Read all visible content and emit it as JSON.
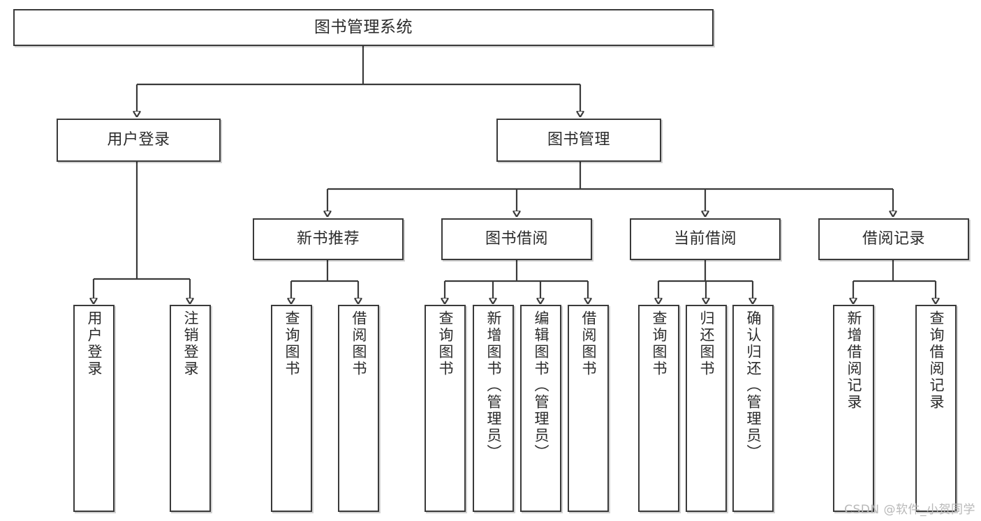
{
  "diagram": {
    "type": "tree-hierarchy",
    "title": "图书管理系统",
    "watermark": "CSDN @软件_小贺同学",
    "colors": {
      "box_border": "#3a3a3a",
      "box_fill": "#ffffff",
      "connector": "#3a3a3a",
      "text": "#2b2b2b",
      "watermark": "#b8b8b8",
      "background": "#ffffff"
    },
    "nodes": {
      "root": {
        "label": "图书管理系统",
        "level": 1
      },
      "user_login": {
        "label": "用户登录",
        "level": 2
      },
      "book_manage": {
        "label": "图书管理",
        "level": 2
      },
      "new_book_rec": {
        "label": "新书推荐",
        "level": 3
      },
      "book_borrow": {
        "label": "图书借阅",
        "level": 3
      },
      "current_borrow": {
        "label": "当前借阅",
        "level": 3
      },
      "borrow_record": {
        "label": "借阅记录",
        "level": 3
      },
      "leaf_user_login": {
        "label": "用户登录",
        "level": 4
      },
      "leaf_logout": {
        "label": "注销登录",
        "level": 4
      },
      "leaf_query_book_1": {
        "label": "查询图书",
        "level": 4
      },
      "leaf_borrow_book_1": {
        "label": "借阅图书",
        "level": 4
      },
      "leaf_query_book_2": {
        "label": "查询图书",
        "level": 4
      },
      "leaf_add_book": {
        "label": "新增图书（管理员）",
        "level": 4
      },
      "leaf_edit_book": {
        "label": "编辑图书（管理员）",
        "level": 4
      },
      "leaf_borrow_book_2": {
        "label": "借阅图书",
        "level": 4
      },
      "leaf_query_book_3": {
        "label": "查询图书",
        "level": 4
      },
      "leaf_return_book": {
        "label": "归还图书",
        "level": 4
      },
      "leaf_confirm_return": {
        "label": "确认归还（管理员）",
        "level": 4
      },
      "leaf_add_record": {
        "label": "新增借阅记录",
        "level": 4
      },
      "leaf_query_record": {
        "label": "查询借阅记录",
        "level": 4
      }
    },
    "edges": [
      {
        "from": "root",
        "to": "user_login"
      },
      {
        "from": "root",
        "to": "book_manage"
      },
      {
        "from": "user_login",
        "to": "leaf_user_login"
      },
      {
        "from": "user_login",
        "to": "leaf_logout"
      },
      {
        "from": "book_manage",
        "to": "new_book_rec"
      },
      {
        "from": "book_manage",
        "to": "book_borrow"
      },
      {
        "from": "book_manage",
        "to": "current_borrow"
      },
      {
        "from": "book_manage",
        "to": "borrow_record"
      },
      {
        "from": "new_book_rec",
        "to": "leaf_query_book_1"
      },
      {
        "from": "new_book_rec",
        "to": "leaf_borrow_book_1"
      },
      {
        "from": "book_borrow",
        "to": "leaf_query_book_2"
      },
      {
        "from": "book_borrow",
        "to": "leaf_add_book"
      },
      {
        "from": "book_borrow",
        "to": "leaf_edit_book"
      },
      {
        "from": "book_borrow",
        "to": "leaf_borrow_book_2"
      },
      {
        "from": "current_borrow",
        "to": "leaf_query_book_3"
      },
      {
        "from": "current_borrow",
        "to": "leaf_return_book"
      },
      {
        "from": "current_borrow",
        "to": "leaf_confirm_return"
      },
      {
        "from": "borrow_record",
        "to": "leaf_add_record"
      },
      {
        "from": "borrow_record",
        "to": "leaf_query_record"
      }
    ]
  }
}
